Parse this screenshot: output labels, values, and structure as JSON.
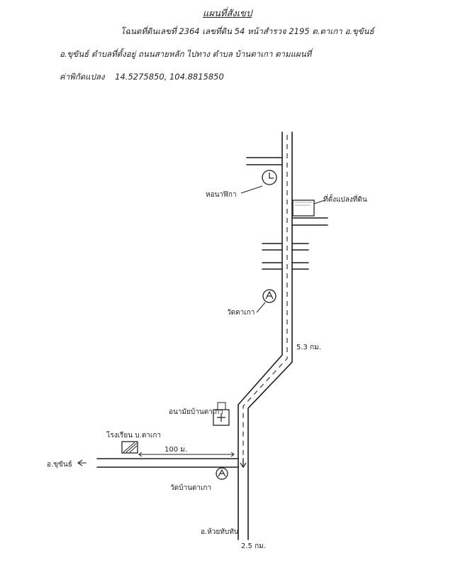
{
  "header": {
    "title": "แผนที่สังเขป",
    "line1": "โฉนดที่ดินเลขที่ 2364 เลขที่ดิน 54 หน้าสำรวจ 2195 ต.ตาเกา อ.ขุขันธ์",
    "line2": "อ.ขุขันธ์ ตำบลที่ตั้งอยู่ ถนนสายหลัก ไปทาง ตำบล บ้านตาเกา ตามแผนที่",
    "line3_label": "ค่าพิกัดแปลง",
    "coordinates": "14.5275850, 104.8815850"
  },
  "labels": {
    "clock_tower": "หอนาฬิกา",
    "plot_site": "ที่ตั้งแปลงที่ดิน",
    "temple_north": "วัดตาเกา",
    "distance_road": "5.3 กม.",
    "health_center": "อนามัยบ้านตาเกา",
    "school": "โรงเรียน บ.ตาเกา",
    "distance_west": "100 ม.",
    "to_west": "อ.ขุขันธ์",
    "temple_south": "วัดบ้านตาเกา",
    "to_south": "อ.ห้วยทับทัน",
    "distance_south": "2.5 กม."
  },
  "icons": {
    "clock": "clock-icon",
    "temple": "temple-icon",
    "plot": "land-plot-icon",
    "health_center": "health-center-icon",
    "school": "school-icon"
  }
}
